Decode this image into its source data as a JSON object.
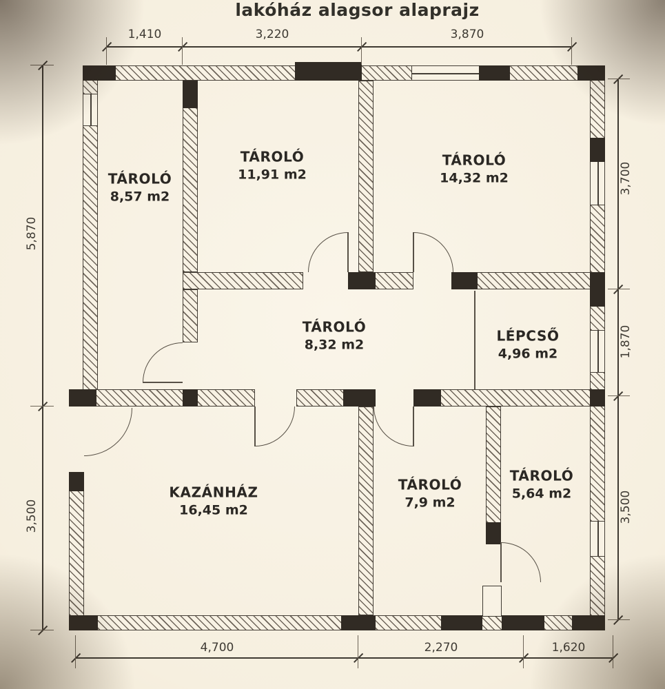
{
  "title": "lakóház alagsor alaprajz",
  "rooms": [
    {
      "name": "TÁROLÓ",
      "area": "8,57 m2"
    },
    {
      "name": "TÁROLÓ",
      "area": "11,91 m2"
    },
    {
      "name": "TÁROLÓ",
      "area": "14,32 m2"
    },
    {
      "name": "TÁROLÓ",
      "area": "8,32 m2"
    },
    {
      "name": "LÉPCSŐ",
      "area": "4,96 m2"
    },
    {
      "name": "KAZÁNHÁZ",
      "area": "16,45 m2"
    },
    {
      "name": "TÁROLÓ",
      "area": "7,9 m2"
    },
    {
      "name": "TÁROLÓ",
      "area": "5,64 m2"
    }
  ],
  "dimensions": {
    "top": [
      "1,410",
      "3,220",
      "3,870"
    ],
    "left": [
      "5,870",
      "3,500"
    ],
    "right": [
      "3,700",
      "1,870",
      "3,500"
    ],
    "bottom": [
      "4,700",
      "2,270",
      "1,620"
    ]
  }
}
